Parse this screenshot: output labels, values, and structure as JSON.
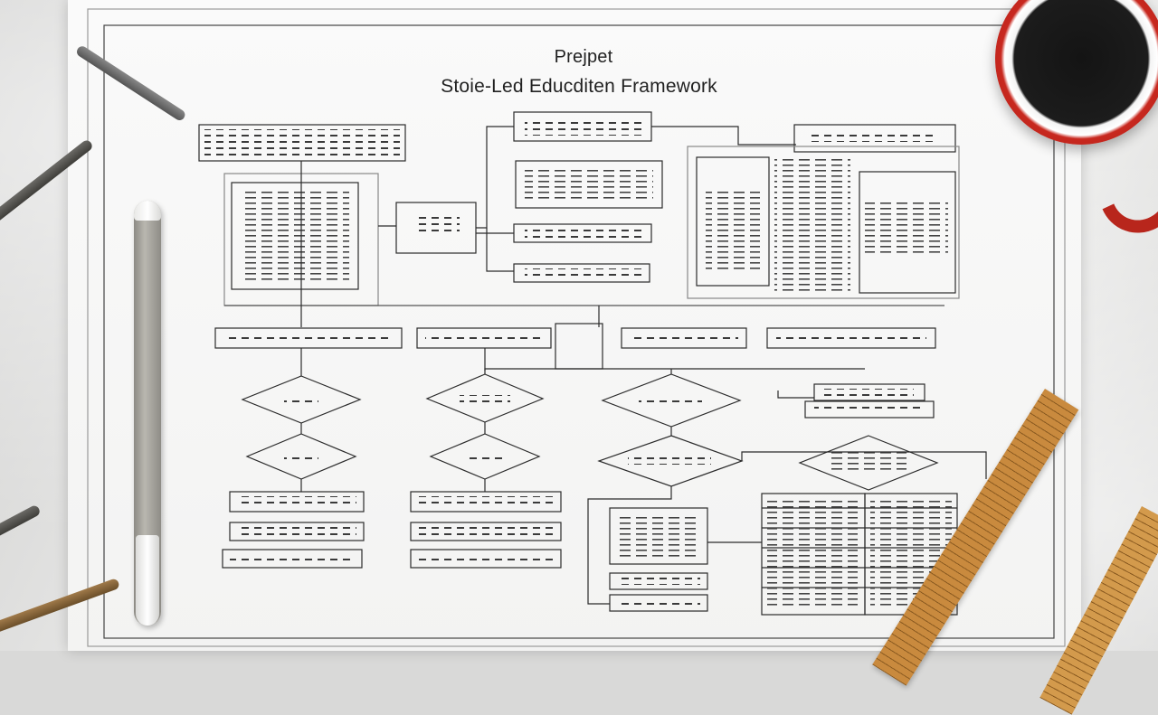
{
  "diagram": {
    "title_line1": "Prejpet",
    "title_line2": "Stoie-Led Educditen Framework"
  },
  "colors": {
    "ink": "#2a2a2a",
    "paper": "#f6f6f5",
    "cup_red": "#b8261c",
    "ruler_wood": "#c98a3e"
  },
  "objects": {
    "desk_items": [
      "coffee-cup",
      "grey-pen",
      "pencils",
      "wooden-ruler"
    ]
  }
}
